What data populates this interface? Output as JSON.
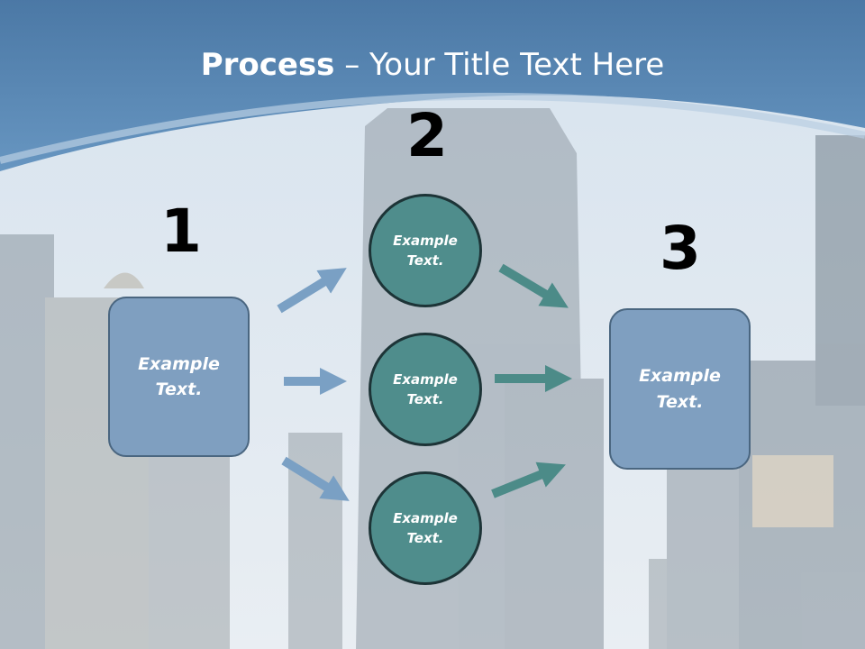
{
  "slide": {
    "title_bold": "Process",
    "title_rest": " – Your Title Text Here"
  },
  "numbers": {
    "one": "1",
    "two": "2",
    "three": "3"
  },
  "left_box": {
    "line1": "Example",
    "line2": "Text."
  },
  "circles": [
    {
      "line1": "Example",
      "line2": "Text."
    },
    {
      "line1": "Example",
      "line2": "Text."
    },
    {
      "line1": "Example",
      "line2": "Text."
    }
  ],
  "right_box": {
    "line1": "Example",
    "line2": "Text."
  },
  "colors": {
    "box": "#7f9fc0",
    "circle": "#4f8d8c",
    "arrow_blue": "#7aa0c4",
    "arrow_teal": "#4c8b88",
    "header": "#4e7fae"
  }
}
